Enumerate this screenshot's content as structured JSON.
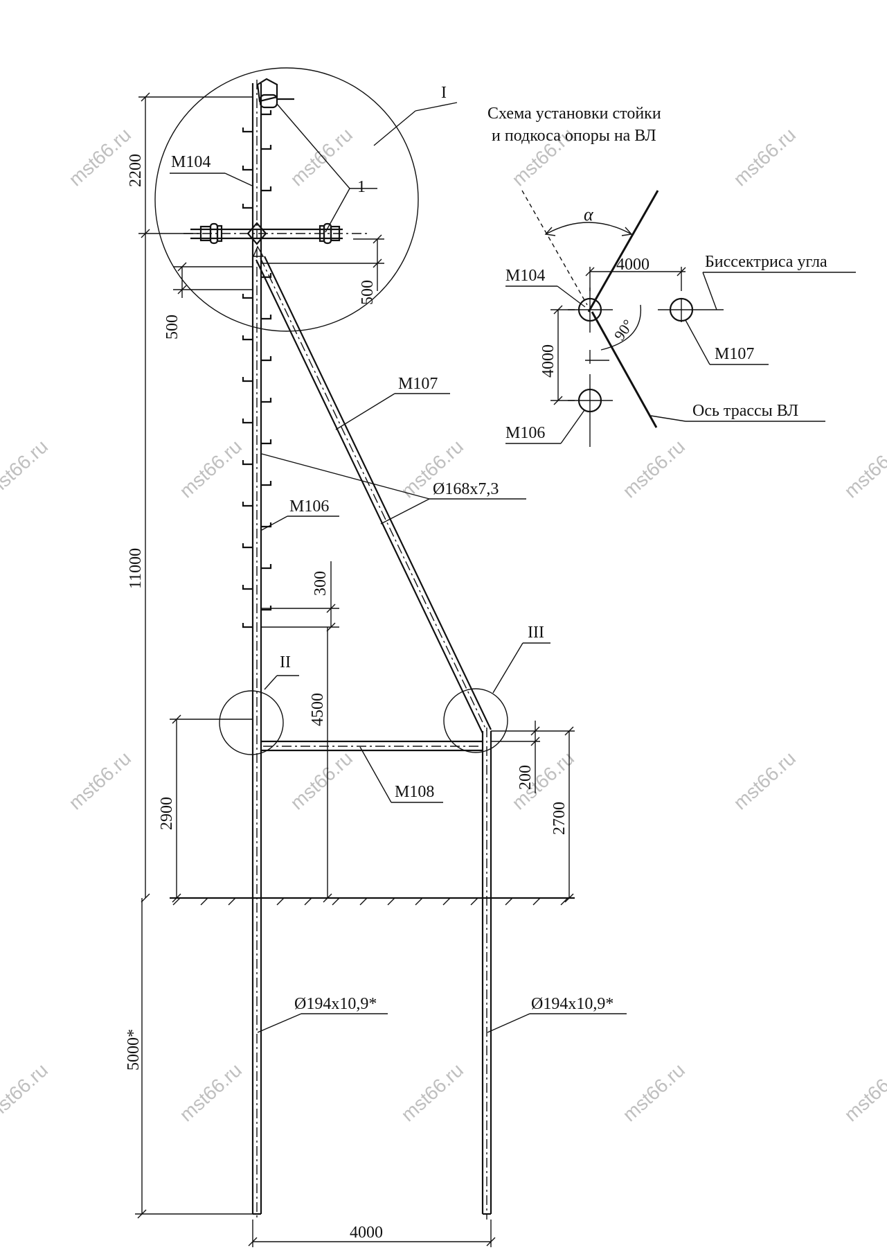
{
  "scheme": {
    "title_line1": "Схема установки стойки",
    "title_line2": "и подкоса опоры на ВЛ",
    "alpha": "α",
    "dim_4000_h": "4000",
    "dim_4000_v": "4000",
    "angle_90": "90°",
    "label_m104": "М104",
    "label_m107": "М107",
    "label_m106": "М106",
    "bisector": "Биссектриса угла",
    "axis": "Ось трассы ВЛ"
  },
  "main": {
    "callout_I": "I",
    "callout_II": "II",
    "callout_III": "III",
    "callout_1": "1",
    "label_m104": "М104",
    "label_m107": "М107",
    "label_m106": "М106",
    "label_m108": "М108",
    "pipe_brace": "Ø168x7,3",
    "pipe_left": "Ø194x10,9*",
    "pipe_right": "Ø194x10,9*",
    "dim_2200": "2200",
    "dim_500_left": "500",
    "dim_500_right": "500",
    "dim_11000": "11000",
    "dim_300": "300",
    "dim_4500": "4500",
    "dim_2900": "2900",
    "dim_200": "200",
    "dim_2700": "2700",
    "dim_5000": "5000*",
    "dim_4000_bottom": "4000"
  },
  "watermark": "mst66.ru"
}
